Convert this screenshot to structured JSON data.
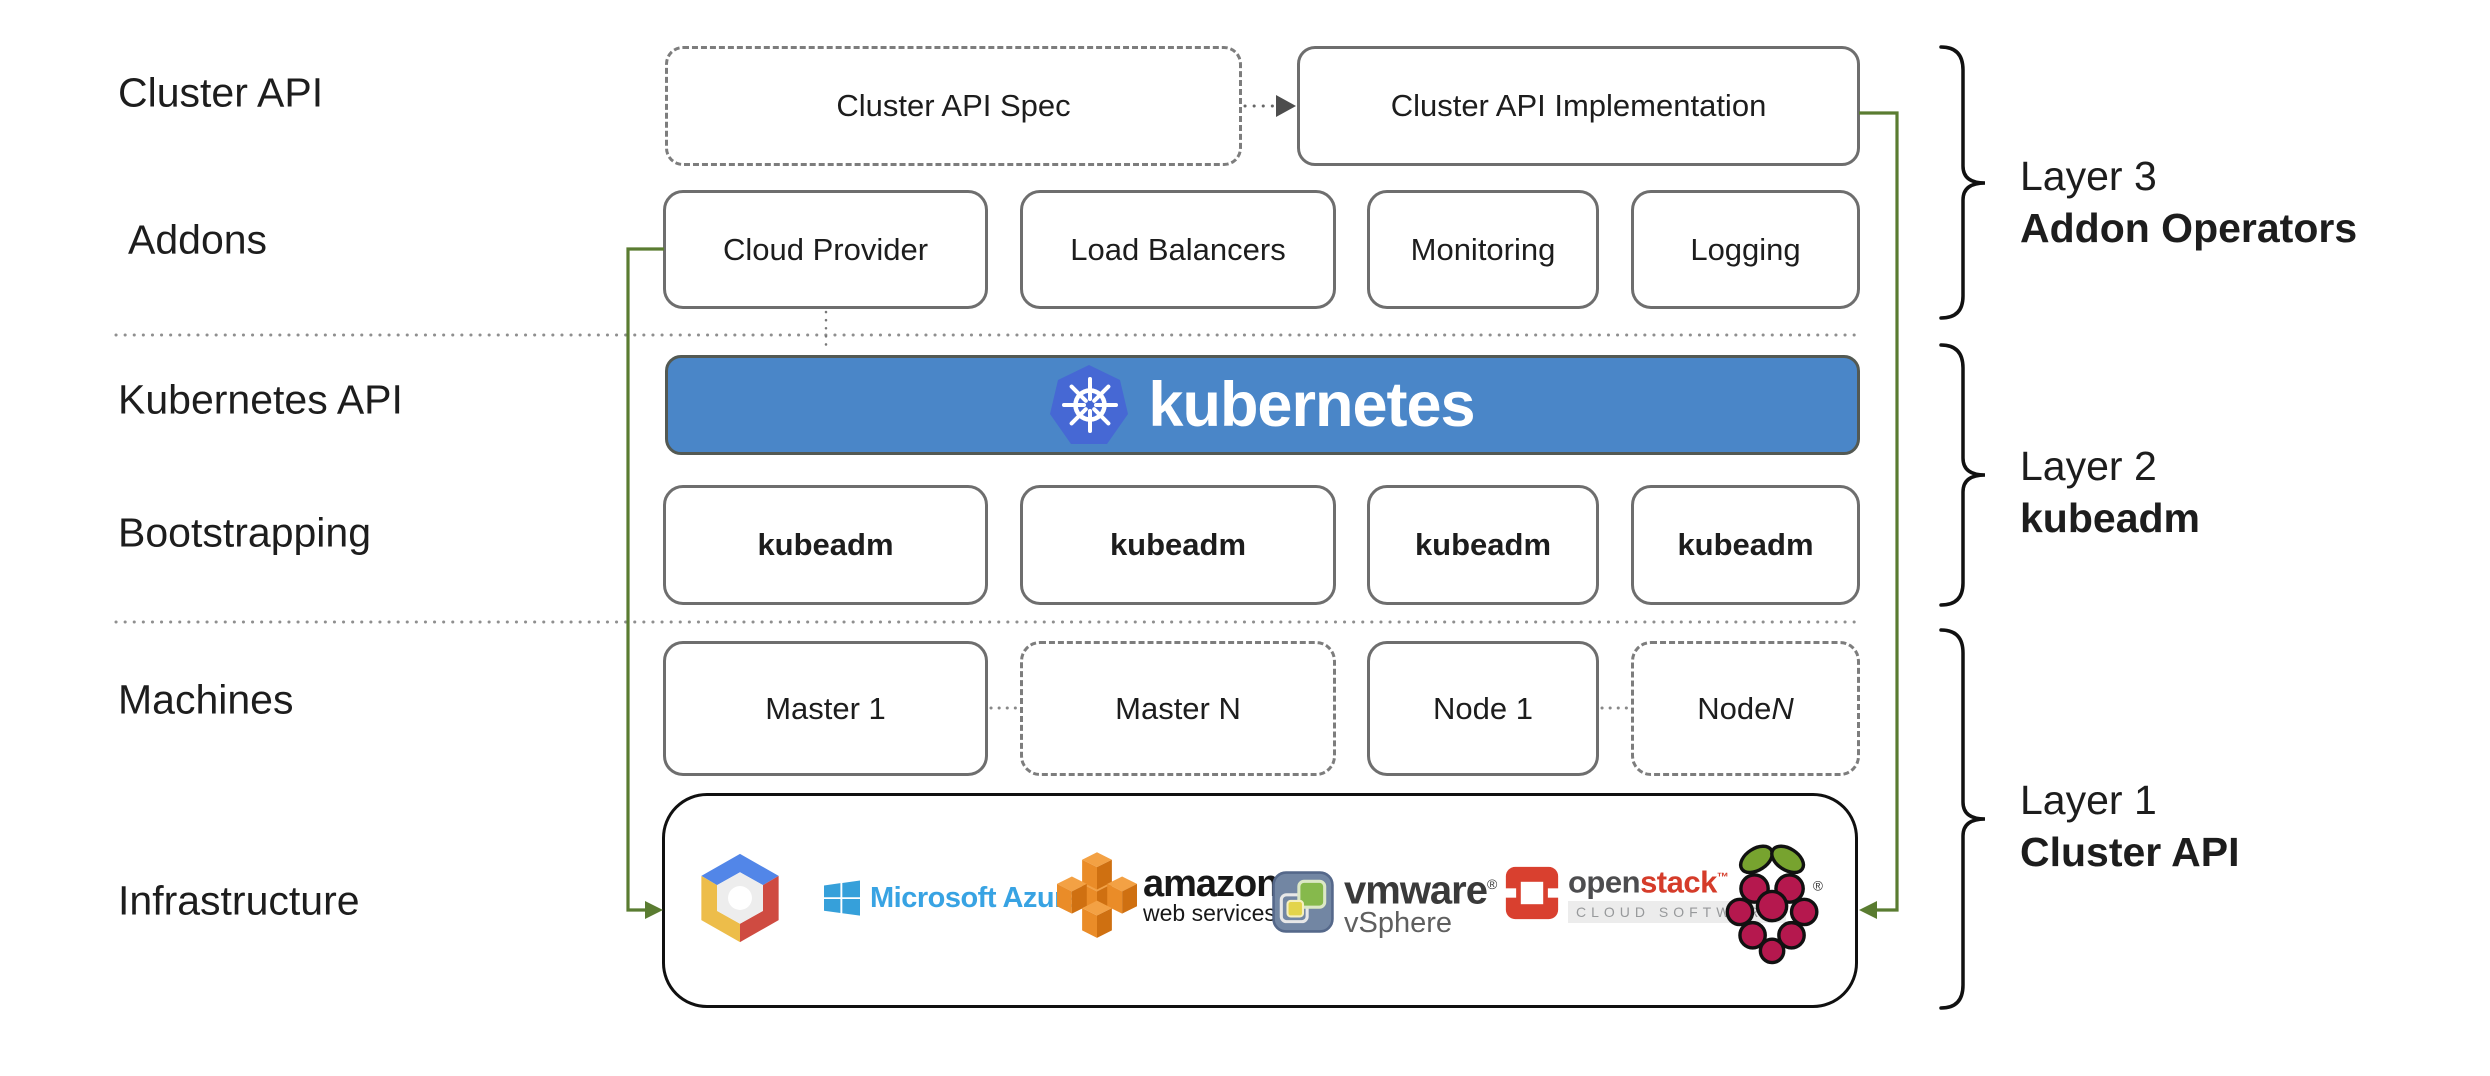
{
  "left_labels": [
    "Cluster API",
    "Addons",
    "Kubernetes API",
    "Bootstrapping",
    "Machines",
    "Infrastructure"
  ],
  "top_row": {
    "spec": "Cluster API Spec",
    "impl": "Cluster API Implementation"
  },
  "addons_row": [
    "Cloud Provider",
    "Load Balancers",
    "Monitoring",
    "Logging"
  ],
  "kubernetes_banner": {
    "wordmark": "kubernetes"
  },
  "bootstrapping_row": [
    "kubeadm",
    "kubeadm",
    "kubeadm",
    "kubeadm"
  ],
  "machines_row": [
    {
      "prefix": "Master 1",
      "suffix": ""
    },
    {
      "prefix": "Master N",
      "suffix": ""
    },
    {
      "prefix": "Node 1",
      "suffix": ""
    },
    {
      "prefix": "Node ",
      "suffix": "N"
    }
  ],
  "layer_brackets": [
    {
      "line1": "Layer 3",
      "line2": "Addon Operators"
    },
    {
      "line1": "Layer 2",
      "line2": "kubeadm"
    },
    {
      "line1": "Layer 1",
      "line2": "Cluster API"
    }
  ],
  "infrastructure_logos": {
    "gcp": "google-cloud-platform-logo",
    "azure_text": "Microsoft Azure",
    "aws_text": "amazon",
    "aws_subtext": "web services",
    "vmware_text": "vmware",
    "vmware_reg": "®",
    "vmware_subtext": "vSphere",
    "openstack_text_open": "open",
    "openstack_text_stack": "stack",
    "openstack_tm": "™",
    "openstack_subtext": "CLOUD SOFTWARE",
    "raspberry_reg": "®"
  },
  "colors": {
    "banner_blue": "#4a86c8",
    "k8s_heptagon_blue": "#4668d4",
    "connector_green": "#5a7c31",
    "box_border_gray": "#6e6e6e",
    "text_black": "#1d1d1d",
    "azure_blue": "#38a3e3",
    "aws_orange": "#ea8c28",
    "openstack_red": "#d53c2a",
    "raspberry_red": "#b5184e",
    "leaf_green": "#77a32f"
  }
}
